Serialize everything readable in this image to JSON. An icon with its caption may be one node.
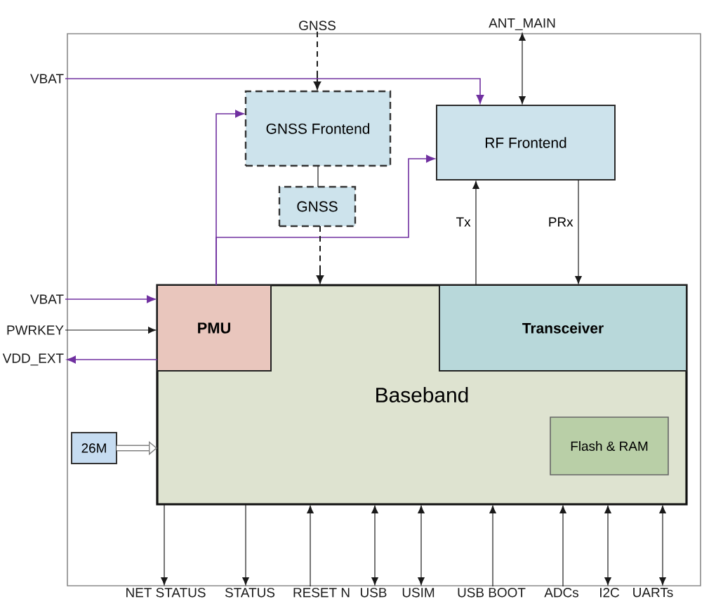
{
  "diagram": {
    "nodes": [
      {
        "text": [],
        "shape": "box"
      },
      {
        "text": [
          "GNSS"
        ]
      },
      {
        "text": [
          "ANT_MAIN"
        ]
      },
      {
        "text": [
          "VBAT"
        ]
      },
      {
        "text": [
          "GNSS Frontend"
        ],
        "in": 0
      },
      {
        "text": [
          "RF Frontend"
        ],
        "in": 0
      },
      {
        "text": [
          "GNSS"
        ],
        "in": 0
      },
      {
        "text": [
          "VBAT"
        ]
      },
      {
        "text": [
          "PWRKEY"
        ]
      },
      {
        "text": [
          "VDD_EXT"
        ]
      },
      {
        "text": [
          "Baseband"
        ],
        "in": 0
      },
      {
        "text": [
          "PMU"
        ],
        "in": 10
      },
      {
        "text": [
          "Transceiver"
        ],
        "in": 10
      },
      {
        "text": [
          "26M"
        ],
        "in": 0
      },
      {
        "text": [
          "Flash & RAM"
        ],
        "in": 10
      },
      {
        "text": [
          "NET STATUS"
        ]
      },
      {
        "text": [
          "STATUS"
        ]
      },
      {
        "text": [
          "RESET N"
        ]
      },
      {
        "text": [
          "USB"
        ]
      },
      {
        "text": [
          "USIM"
        ]
      },
      {
        "text": [
          "USB BOOT"
        ]
      },
      {
        "text": [
          "ADCs"
        ]
      },
      {
        "text": [
          "I2C"
        ]
      },
      {
        "text": [
          "UARTs"
        ]
      }
    ],
    "edges": [
      {
        "from": 1,
        "to": 4,
        "arrow": "to",
        "style": "dashed"
      },
      {
        "from": 2,
        "to": 5,
        "arrow": "both"
      },
      {
        "from": 3,
        "to": 5,
        "arrow": "to",
        "color": "#7030a0"
      },
      {
        "from": 11,
        "to": 4,
        "arrow": "to",
        "color": "#7030a0"
      },
      {
        "from": 11,
        "to": 5,
        "arrow": "to",
        "color": "#7030a0"
      },
      {
        "from": 4,
        "to": 6,
        "arrow": "none"
      },
      {
        "from": 6,
        "to": 10,
        "arrow": "to",
        "style": "dashed"
      },
      {
        "from": 12,
        "to": 5,
        "arrow": "to",
        "label": "Tx"
      },
      {
        "from": 5,
        "to": 12,
        "arrow": "to",
        "label": "PRx"
      },
      {
        "from": 7,
        "to": 11,
        "arrow": "to",
        "color": "#7030a0"
      },
      {
        "from": 8,
        "to": 11,
        "arrow": "to"
      },
      {
        "from": 11,
        "to": 9,
        "arrow": "to",
        "color": "#7030a0"
      },
      {
        "from": 13,
        "to": 10,
        "arrow": "to",
        "style": "thick",
        "color": "#808080"
      },
      {
        "from": 10,
        "to": 15,
        "arrow": "to"
      },
      {
        "from": 10,
        "to": 16,
        "arrow": "to"
      },
      {
        "from": 17,
        "to": 10,
        "arrow": "to"
      },
      {
        "from": 10,
        "to": 18,
        "arrow": "both"
      },
      {
        "from": 10,
        "to": 19,
        "arrow": "both"
      },
      {
        "from": 20,
        "to": 10,
        "arrow": "to"
      },
      {
        "from": 21,
        "to": 10,
        "arrow": "to"
      },
      {
        "from": 10,
        "to": 22,
        "arrow": "both"
      },
      {
        "from": 10,
        "to": 23,
        "arrow": "both"
      }
    ]
  }
}
